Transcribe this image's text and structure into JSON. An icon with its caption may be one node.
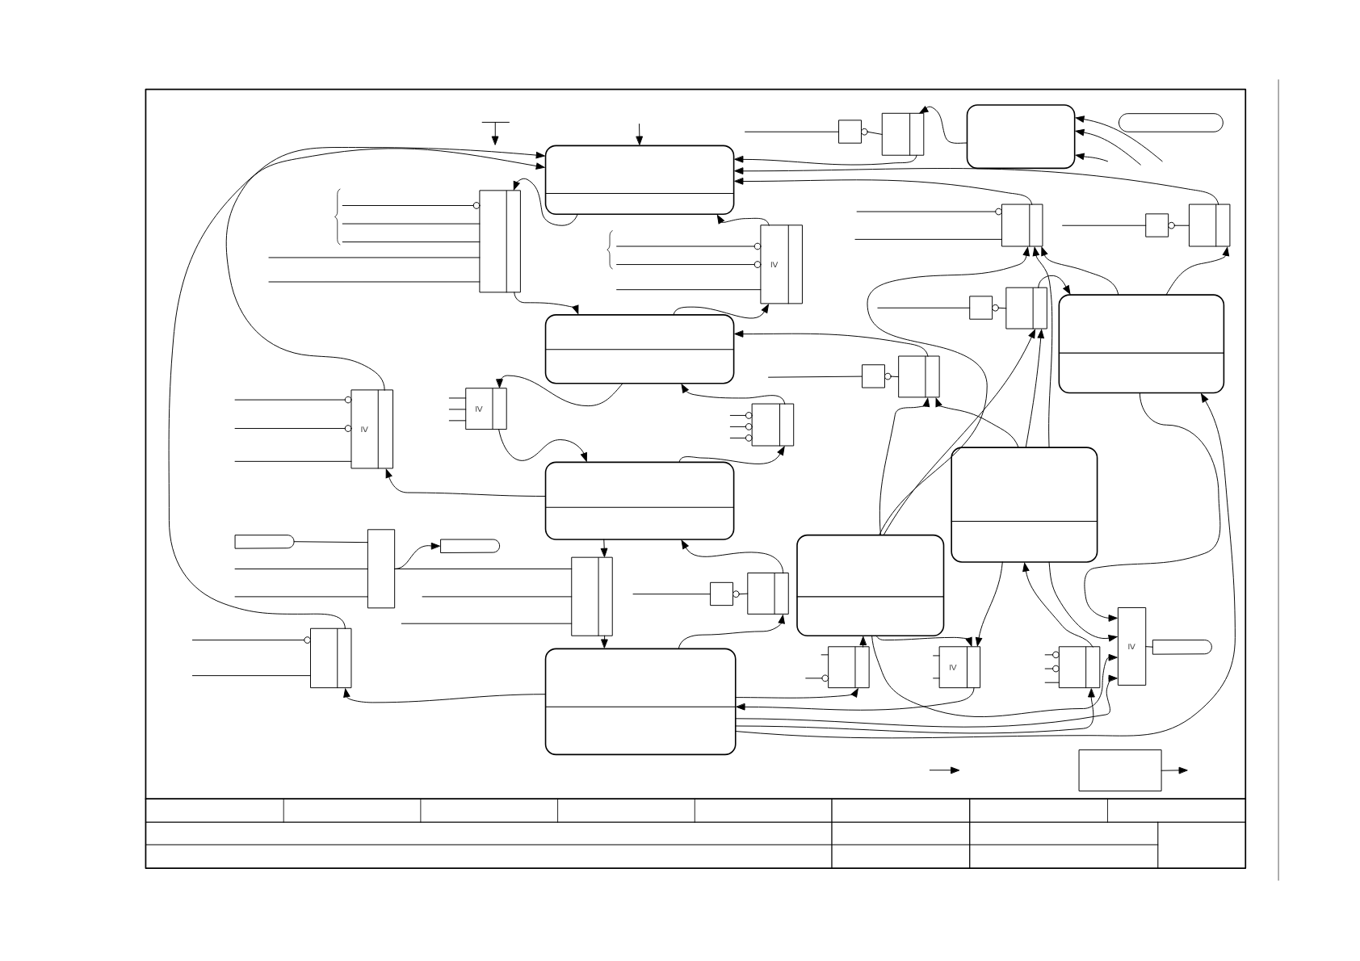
{
  "diagram": {
    "nodes": [
      {
        "text": [],
        "shape": "box"
      },
      {
        "text": [],
        "shape": "rectangle"
      },
      {
        "text": [],
        "shape": "rectangle"
      },
      {
        "text": [],
        "shape": "box"
      },
      {
        "text": [],
        "shape": "pill"
      },
      {
        "text": [],
        "shape": "rectangle"
      },
      {
        "text": [],
        "shape": "rectangle"
      },
      {
        "text": [],
        "shape": "rectangle"
      },
      {
        "text": [],
        "shape": "rectangle"
      },
      {
        "text": [
          "≥"
        ]
      },
      {
        "text": [],
        "shape": "rectangle"
      },
      {
        "text": [],
        "shape": "rectangle"
      },
      {
        "text": [],
        "shape": "box"
      },
      {
        "text": [],
        "shape": "box"
      },
      {
        "text": [],
        "shape": "rectangle"
      },
      {
        "text": [],
        "shape": "rectangle"
      },
      {
        "text": [
          "≥"
        ]
      },
      {
        "text": [
          "≥"
        ]
      },
      {
        "text": [],
        "shape": "rectangle"
      },
      {
        "text": [],
        "shape": "box"
      },
      {
        "text": [],
        "shape": "box"
      },
      {
        "text": [],
        "shape": "pill"
      },
      {
        "text": [],
        "shape": "rectangle"
      },
      {
        "text": [],
        "shape": "pill"
      },
      {
        "text": [],
        "shape": "rectangle"
      },
      {
        "text": [],
        "shape": "rectangle"
      },
      {
        "text": [],
        "shape": "rectangle"
      },
      {
        "text": [],
        "shape": "box"
      },
      {
        "text": [],
        "shape": "rectangle"
      },
      {
        "text": [
          "≥"
        ]
      },
      {
        "text": [],
        "shape": "pill"
      },
      {
        "text": [],
        "shape": "box"
      },
      {
        "text": [],
        "shape": "rectangle"
      },
      {
        "text": [
          "≥"
        ]
      },
      {
        "text": [],
        "shape": "rectangle"
      },
      {
        "text": [],
        "shape": "rectangle"
      }
    ],
    "edges": [
      {
        "from": null,
        "to": 0,
        "arrow": "to"
      },
      {
        "from": 28,
        "to": 0,
        "arrow": "to"
      },
      {
        "from": 16,
        "to": 0,
        "arrow": "to"
      },
      {
        "from": 2,
        "to": 0,
        "arrow": "to"
      },
      {
        "from": 8,
        "to": 0,
        "arrow": "to"
      },
      {
        "from": 6,
        "to": 0,
        "arrow": "to"
      },
      {
        "from": 0,
        "to": 5,
        "arrow": "to"
      },
      {
        "from": 9,
        "to": 0,
        "arrow": "to"
      },
      {
        "from": 5,
        "to": 13,
        "arrow": "to"
      },
      {
        "from": 13,
        "to": 9,
        "arrow": "to"
      },
      {
        "from": 15,
        "to": 13,
        "arrow": "to"
      },
      {
        "from": 13,
        "to": 17,
        "arrow": "to"
      },
      {
        "from": 18,
        "to": 13,
        "arrow": "to"
      },
      {
        "from": 17,
        "to": 19,
        "arrow": "to"
      },
      {
        "from": 19,
        "to": 18,
        "arrow": "to"
      },
      {
        "from": 19,
        "to": 16,
        "arrow": "to"
      },
      {
        "from": 19,
        "to": 24,
        "arrow": "to"
      },
      {
        "from": 24,
        "to": 31,
        "arrow": "to"
      },
      {
        "from": 26,
        "to": 19,
        "arrow": "to"
      },
      {
        "from": 31,
        "to": 26,
        "arrow": "to"
      },
      {
        "from": 31,
        "to": 28,
        "arrow": "to"
      },
      {
        "from": 21,
        "to": 22,
        "arrow": "none"
      },
      {
        "from": 22,
        "to": 23,
        "arrow": "to"
      },
      {
        "from": 22,
        "to": 24,
        "arrow": "none"
      },
      {
        "from": 3,
        "to": 2,
        "arrow": "to"
      },
      {
        "from": null,
        "to": 3,
        "arrow": "to"
      },
      {
        "from": null,
        "to": 3,
        "arrow": "to"
      },
      {
        "from": null,
        "to": 3,
        "arrow": "to"
      },
      {
        "from": 12,
        "to": 6,
        "arrow": "to"
      },
      {
        "from": 12,
        "to": 8,
        "arrow": "to"
      },
      {
        "from": 11,
        "to": 12,
        "arrow": "to"
      },
      {
        "from": 20,
        "to": 6,
        "arrow": "to"
      },
      {
        "from": 20,
        "to": 11,
        "arrow": "to"
      },
      {
        "from": 20,
        "to": 15,
        "arrow": "to"
      },
      {
        "from": 27,
        "to": 15,
        "arrow": "to"
      },
      {
        "from": 27,
        "to": 11,
        "arrow": "to"
      },
      {
        "from": 27,
        "to": 6,
        "arrow": "to"
      },
      {
        "from": 12,
        "to": 29,
        "arrow": "to"
      },
      {
        "from": 31,
        "to": 12,
        "arrow": "to"
      },
      {
        "from": 20,
        "to": 33,
        "arrow": "to"
      },
      {
        "from": 27,
        "to": 33,
        "arrow": "to"
      },
      {
        "from": 34,
        "to": 20,
        "arrow": "to"
      },
      {
        "from": 20,
        "to": 29,
        "arrow": "to"
      },
      {
        "from": 32,
        "to": 27,
        "arrow": "to"
      },
      {
        "from": 27,
        "to": 29,
        "arrow": "to"
      },
      {
        "from": 31,
        "to": 32,
        "arrow": "to"
      },
      {
        "from": 33,
        "to": 31,
        "arrow": "to"
      },
      {
        "from": 31,
        "to": 34,
        "arrow": "to"
      },
      {
        "from": 31,
        "to": 29,
        "arrow": "to"
      },
      {
        "from": 29,
        "to": 30,
        "arrow": "none"
      },
      {
        "from": 35,
        "to": null,
        "arrow": "to"
      },
      {
        "from": 1,
        "to": 2,
        "arrow": "none"
      },
      {
        "from": 7,
        "to": 8,
        "arrow": "none"
      },
      {
        "from": 10,
        "to": 11,
        "arrow": "none"
      },
      {
        "from": 14,
        "to": 15,
        "arrow": "none"
      },
      {
        "from": 25,
        "to": 26,
        "arrow": "none"
      },
      {
        "from": null,
        "to": 1,
        "arrow": "none"
      },
      {
        "from": null,
        "to": 7,
        "arrow": "none"
      },
      {
        "from": null,
        "to": 10,
        "arrow": "none"
      },
      {
        "from": null,
        "to": 14,
        "arrow": "none"
      },
      {
        "from": null,
        "to": 25,
        "arrow": "none"
      },
      {
        "from": null,
        "to": 5,
        "arrow": "none"
      },
      {
        "from": null,
        "to": 5,
        "arrow": "none"
      },
      {
        "from": null,
        "to": 5,
        "arrow": "none"
      },
      {
        "from": null,
        "to": 5,
        "arrow": "none"
      },
      {
        "from": null,
        "to": 5,
        "arrow": "none"
      },
      {
        "from": null,
        "to": 9,
        "arrow": "none"
      },
      {
        "from": null,
        "to": 9,
        "arrow": "none"
      },
      {
        "from": null,
        "to": 9,
        "arrow": "none"
      },
      {
        "from": null,
        "to": 16,
        "arrow": "none"
      },
      {
        "from": null,
        "to": 16,
        "arrow": "none"
      },
      {
        "from": null,
        "to": 16,
        "arrow": "none"
      },
      {
        "from": null,
        "to": 17,
        "arrow": "none"
      },
      {
        "from": null,
        "to": 17,
        "arrow": "none"
      },
      {
        "from": null,
        "to": 17,
        "arrow": "none"
      },
      {
        "from": null,
        "to": 18,
        "arrow": "none"
      },
      {
        "from": null,
        "to": 18,
        "arrow": "none"
      },
      {
        "from": null,
        "to": 18,
        "arrow": "none"
      },
      {
        "from": null,
        "to": 6,
        "arrow": "none"
      },
      {
        "from": null,
        "to": 6,
        "arrow": "none"
      },
      {
        "from": null,
        "to": 22,
        "arrow": "none"
      },
      {
        "from": null,
        "to": 22,
        "arrow": "none"
      },
      {
        "from": null,
        "to": 24,
        "arrow": "none"
      },
      {
        "from": null,
        "to": 24,
        "arrow": "none"
      },
      {
        "from": null,
        "to": 28,
        "arrow": "none"
      },
      {
        "from": null,
        "to": 28,
        "arrow": "none"
      },
      {
        "from": null,
        "to": 32,
        "arrow": "none"
      },
      {
        "from": null,
        "to": 32,
        "arrow": "none"
      },
      {
        "from": null,
        "to": 33,
        "arrow": "none"
      },
      {
        "from": null,
        "to": 33,
        "arrow": "none"
      },
      {
        "from": null,
        "to": 34,
        "arrow": "none"
      },
      {
        "from": null,
        "to": 34,
        "arrow": "none"
      },
      {
        "from": null,
        "to": 34,
        "arrow": "none"
      }
    ]
  }
}
